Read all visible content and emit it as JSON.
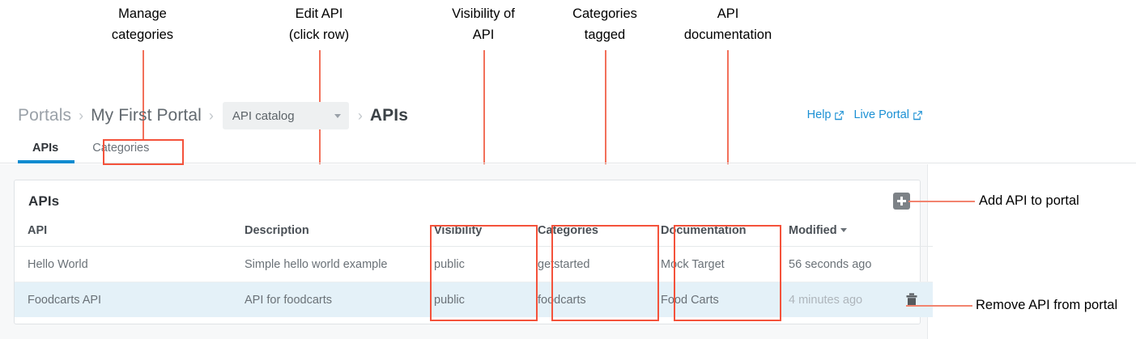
{
  "annotations": [
    {
      "id": "manage-categories",
      "text": "Manage\ncategories"
    },
    {
      "id": "edit-api",
      "text": "Edit API\n(click row)"
    },
    {
      "id": "visibility-of-api",
      "text": "Visibility of\nAPI"
    },
    {
      "id": "categories-tagged",
      "text": "Categories\ntagged"
    },
    {
      "id": "api-documentation",
      "text": "API\ndocumentation"
    },
    {
      "id": "add-api-to-portal",
      "text": "Add API to portal"
    },
    {
      "id": "remove-api",
      "text": "Remove API from portal"
    }
  ],
  "breadcrumb": {
    "root": "Portals",
    "portal": "My First Portal",
    "selector_value": "API catalog",
    "current": "APIs",
    "separator": "›"
  },
  "top_links": [
    {
      "label": "Help",
      "icon": "external-link-icon"
    },
    {
      "label": "Live Portal",
      "icon": "external-link-icon"
    }
  ],
  "tabs": [
    {
      "label": "APIs",
      "active": true
    },
    {
      "label": "Categories",
      "active": false
    }
  ],
  "card": {
    "title": "APIs",
    "add_button_icon": "plus-icon",
    "columns": [
      "API",
      "Description",
      "Visibility",
      "Categories",
      "Documentation",
      "Modified"
    ],
    "sorted_column": "Modified",
    "sort_direction": "desc",
    "rows": [
      {
        "api": "Hello World",
        "description": "Simple hello world example",
        "visibility": "public",
        "categories": "getstarted",
        "documentation": "Mock Target",
        "modified": "56 seconds ago",
        "selected": false,
        "show_delete": false
      },
      {
        "api": "Foodcarts API",
        "description": "API for foodcarts",
        "visibility": "public",
        "categories": "foodcarts",
        "documentation": "Food Carts",
        "modified": "4 minutes ago",
        "selected": true,
        "show_delete": true,
        "delete_icon": "trash-icon"
      }
    ]
  },
  "colors": {
    "annotation_line": "#f2705a",
    "annotation_box": "#f4523b",
    "tab_active_underline": "#0d8bd0",
    "link_blue": "#1b90d4",
    "row_selected_bg": "#e4f1f8",
    "page_bg": "#f7f8f9",
    "add_button_bg": "#7d8287"
  }
}
